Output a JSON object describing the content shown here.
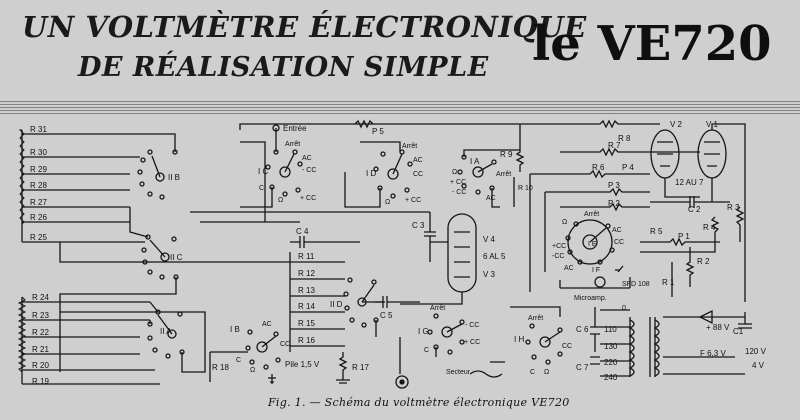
{
  "header": {
    "title_line1": "UN VOLTMÈTRE ÉLECTRONIQUE",
    "title_line2": "DE RÉALISATION SIMPLE",
    "model": "le VE720"
  },
  "caption": "Fig. 1. — Schéma du voltmètre électronique VE720",
  "labels": {
    "entree": "Entrée",
    "arret": "Arrêt",
    "ac": "AC",
    "cc": "CC",
    "plus_cc": "+ CC",
    "minus_cc": "- CC",
    "plus_cc_b": "+CC",
    "minus_cc_b": "-CC",
    "c": "C",
    "ohm": "Ω",
    "tube_v4": "V 4",
    "tube_6al5": "6 AL 5",
    "tube_v3": "V 3",
    "tube_v2": "V 2",
    "tube_v1": "V 1",
    "tube_12au7": "12 AU 7",
    "micro": "Microamp.",
    "sfd": "SFD 108",
    "pile": "Pile 1,5 V",
    "secteur": "Secteur",
    "v88": "+ 88 V",
    "f63": "F 6,3 V",
    "v120": "120 V",
    "v4": "4 V",
    "zero": "0",
    "tap110": "110",
    "tap130": "130",
    "tap220": "220",
    "tap240": "240"
  },
  "resistors_left": [
    "R 31",
    "R 30",
    "R 29",
    "R 28",
    "R 27",
    "R 26",
    "R 25"
  ],
  "resistors_lower": [
    "R 24",
    "R 23",
    "R 22",
    "R 21",
    "R 20",
    "R 19"
  ],
  "resistors_mid": [
    "R 11",
    "R 12",
    "R 13",
    "R 14",
    "R 15",
    "R 16"
  ],
  "switches": {
    "s2b": "II B",
    "s2c": "II C",
    "s2a": "II A",
    "s1c": "I C",
    "s1d": "I D",
    "s1a": "I A",
    "s1e": "I E",
    "s1f": "I F",
    "s1b": "I B",
    "s1d2": "II D",
    "s1g": "I G",
    "s1h": "I H"
  },
  "components": {
    "r8": "R 8",
    "r7": "R 7",
    "r6": "R 6",
    "r9": "R 9",
    "r10": "R 10",
    "r3": "R 3",
    "r4": "R 4",
    "r5": "R 5",
    "r2": "R 2",
    "r1": "R 1",
    "r17": "R 17",
    "r18": "R 18",
    "p1": "P 1",
    "p2": "P 2",
    "p3": "P 3",
    "p4": "P 4",
    "p5": "P 5",
    "c1": "C1",
    "c2": "C 2",
    "c3": "C 3",
    "c4": "C 4",
    "c5": "C 5",
    "c6": "C 6",
    "c7": "C 7"
  }
}
